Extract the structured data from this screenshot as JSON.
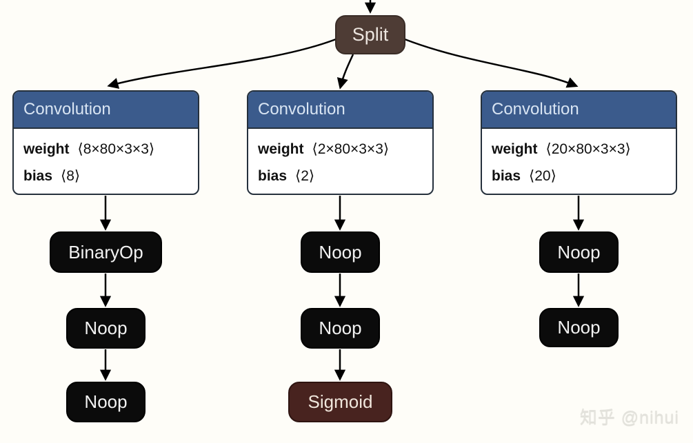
{
  "graph": {
    "split": {
      "label": "Split"
    },
    "columns": [
      {
        "conv": {
          "title": "Convolution",
          "params": [
            {
              "name": "weight",
              "dims": "⟨8×80×3×3⟩"
            },
            {
              "name": "bias",
              "dims": "⟨8⟩"
            }
          ]
        },
        "ops": [
          {
            "label": "BinaryOp"
          },
          {
            "label": "Noop"
          },
          {
            "label": "Noop"
          }
        ]
      },
      {
        "conv": {
          "title": "Convolution",
          "params": [
            {
              "name": "weight",
              "dims": "⟨2×80×3×3⟩"
            },
            {
              "name": "bias",
              "dims": "⟨2⟩"
            }
          ]
        },
        "ops": [
          {
            "label": "Noop"
          },
          {
            "label": "Noop"
          },
          {
            "label": "Sigmoid"
          }
        ]
      },
      {
        "conv": {
          "title": "Convolution",
          "params": [
            {
              "name": "weight",
              "dims": "⟨20×80×3×3⟩"
            },
            {
              "name": "bias",
              "dims": "⟨20⟩"
            }
          ]
        },
        "ops": [
          {
            "label": "Noop"
          },
          {
            "label": "Noop"
          }
        ]
      }
    ],
    "watermark": "知乎 @nihui"
  },
  "colors": {
    "background": "#fefdf8",
    "split_fill": "#4e3c35",
    "split_border": "#392c26",
    "split_text": "#ece5df",
    "conv_header_fill": "#3b5b8c",
    "conv_header_text": "#d9e5f3",
    "conv_body_fill": "#ffffff",
    "conv_border": "#25303c",
    "param_text": "#111111",
    "op_fill": "#0b0b0b",
    "op_border": "#000000",
    "op_text": "#f2f2f2",
    "sigmoid_fill": "#48231f",
    "sigmoid_border": "#2e1411",
    "sigmoid_text": "#f0e6dc",
    "edge": "#000000",
    "watermark_text": "#e4e3dd"
  }
}
